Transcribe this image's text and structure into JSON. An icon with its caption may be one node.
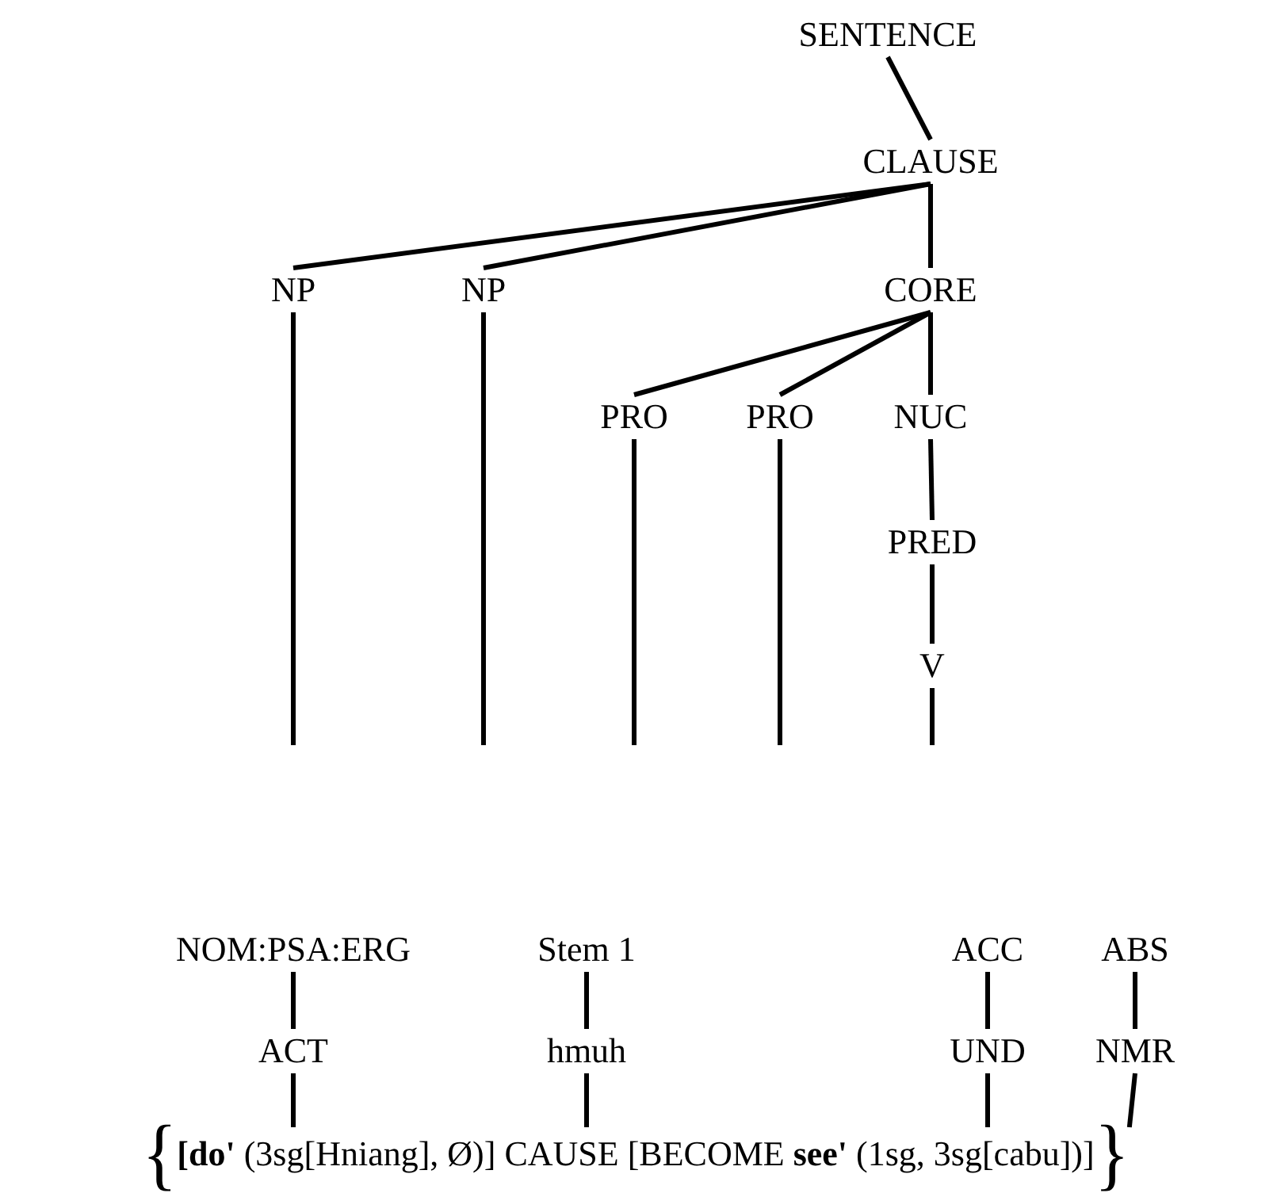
{
  "diagram": {
    "nodes": [
      {
        "text": [
          "SENTENCE"
        ]
      },
      {
        "text": [
          "CLAUSE"
        ]
      },
      {
        "text": [
          "NP"
        ]
      },
      {
        "text": [
          "NP"
        ]
      },
      {
        "text": [
          "CORE"
        ]
      },
      {
        "text": [
          "PRO"
        ]
      },
      {
        "text": [
          "PRO"
        ]
      },
      {
        "text": [
          "NUC"
        ]
      },
      {
        "text": [
          "PRED"
        ]
      },
      {
        "text": [
          "V"
        ]
      },
      {
        "text": [
          "NOM:PSA:ERG"
        ]
      },
      {
        "text": [
          "Stem 1"
        ]
      },
      {
        "text": [
          "ACC"
        ]
      },
      {
        "text": [
          "ABS"
        ]
      },
      {
        "text": [
          "ACT"
        ]
      },
      {
        "text": [
          "hmuh"
        ]
      },
      {
        "text": [
          "UND"
        ]
      },
      {
        "text": [
          "NMR"
        ]
      },
      {
        "text": [
          "{",
          "**[do'** (3sg[Hniang], Ø)] CAUSE [BECOME **see'** (1sg, 3sg[cabu])]",
          "}"
        ]
      }
    ],
    "edges": [
      {
        "from": 0,
        "to": 1,
        "arrow": "none"
      },
      {
        "from": 1,
        "to": 2,
        "arrow": "none"
      },
      {
        "from": 1,
        "to": 3,
        "arrow": "none"
      },
      {
        "from": 1,
        "to": 4,
        "arrow": "none"
      },
      {
        "from": 4,
        "to": 5,
        "arrow": "none"
      },
      {
        "from": 4,
        "to": 6,
        "arrow": "none"
      },
      {
        "from": 4,
        "to": 7,
        "arrow": "none"
      },
      {
        "from": 7,
        "to": 8,
        "arrow": "none"
      },
      {
        "from": 8,
        "to": 9,
        "arrow": "none"
      },
      {
        "from": 2,
        "to": null,
        "arrow": "none"
      },
      {
        "from": 3,
        "to": null,
        "arrow": "none"
      },
      {
        "from": 5,
        "to": null,
        "arrow": "none"
      },
      {
        "from": 6,
        "to": null,
        "arrow": "none"
      },
      {
        "from": 9,
        "to": null,
        "arrow": "none"
      },
      {
        "from": 10,
        "to": 14,
        "arrow": "none"
      },
      {
        "from": 11,
        "to": 15,
        "arrow": "none"
      },
      {
        "from": 12,
        "to": 16,
        "arrow": "none"
      },
      {
        "from": 13,
        "to": 17,
        "arrow": "none"
      },
      {
        "from": 14,
        "to": 18,
        "arrow": "none"
      },
      {
        "from": 15,
        "to": 18,
        "arrow": "none"
      },
      {
        "from": 16,
        "to": 18,
        "arrow": "none"
      },
      {
        "from": 17,
        "to": 18,
        "arrow": "none"
      }
    ]
  }
}
